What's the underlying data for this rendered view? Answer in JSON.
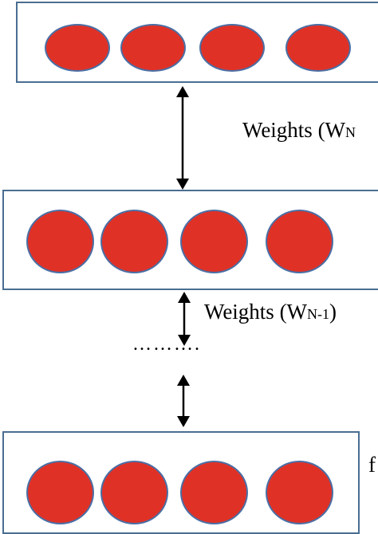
{
  "colors": {
    "neuron_fill": "#e03127",
    "neuron_stroke": "#4a6fa5",
    "box_stroke": "#4a6e92",
    "arrow": "#000000"
  },
  "diagram": {
    "layers": [
      {
        "neurons": 4
      },
      {
        "neurons": 4
      },
      {
        "neurons": 4
      }
    ],
    "weight_label_top": {
      "prefix": "Weights (W",
      "sub": "N"
    },
    "weight_label_middle": {
      "prefix": "Weights (W",
      "sub": "N-1",
      "suffix": ")"
    },
    "ellipsis": "……….",
    "bottom_label_fragment": "f"
  }
}
